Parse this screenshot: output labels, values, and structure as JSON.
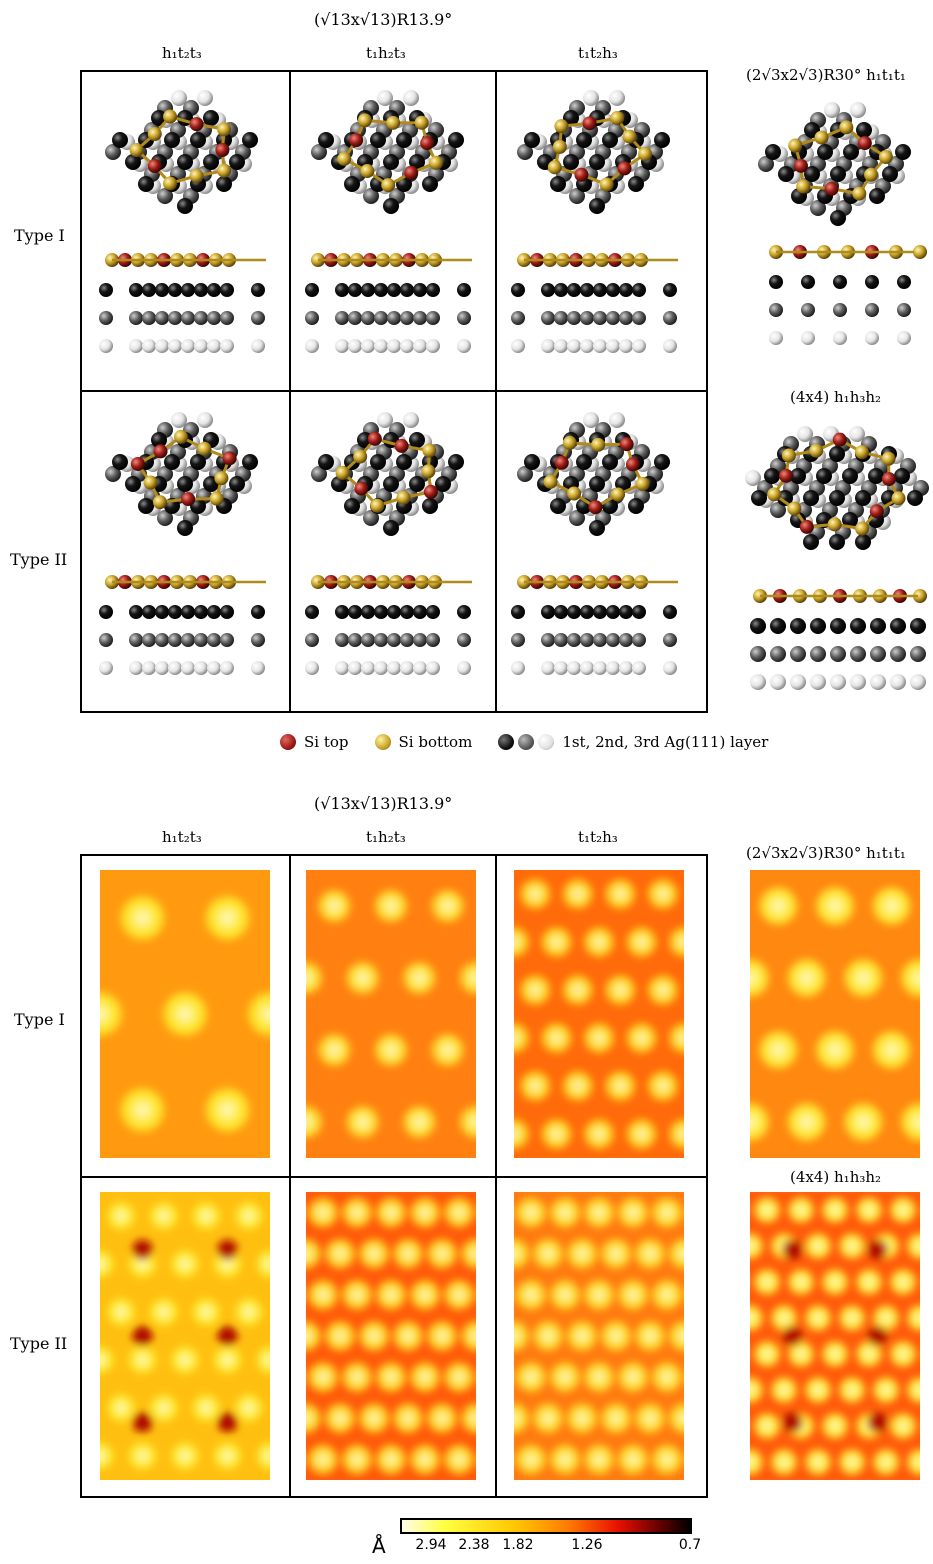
{
  "top_panel": {
    "title": "(√13x√13)R13.9°",
    "columns": [
      "h₁t₂t₃",
      "t₁h₂t₃",
      "t₁t₂h₃"
    ],
    "side_label_1": "(2√3x2√3)R30° h₁t₁t₁",
    "side_label_2": "(4x4) h₁h₃h₂",
    "rows": [
      "Type I",
      "Type II"
    ]
  },
  "legend": {
    "si_top": "Si top",
    "si_bottom": "Si bottom",
    "ag_layers": "1st, 2nd, 3rd Ag(111) layer",
    "colors": {
      "si_top": "#9a1a14",
      "si_bottom": "#c9a227",
      "ag1": "#111111",
      "ag2": "#5a5a5a",
      "ag3": "#e8e8e8"
    }
  },
  "bottom_panel": {
    "title": "(√13x√13)R13.9°",
    "columns": [
      "h₁t₂t₃",
      "t₁h₂t₃",
      "t₁t₂h₃"
    ],
    "side_label_1": "(2√3x2√3)R30° h₁t₁t₁",
    "side_label_2": "(4x4) h₁h₃h₂",
    "rows": [
      "Type I",
      "Type II"
    ]
  },
  "colorbar": {
    "unit": "Å",
    "ticks": [
      "2.94",
      "2.38",
      "1.82",
      "1.26",
      "0.7"
    ]
  }
}
